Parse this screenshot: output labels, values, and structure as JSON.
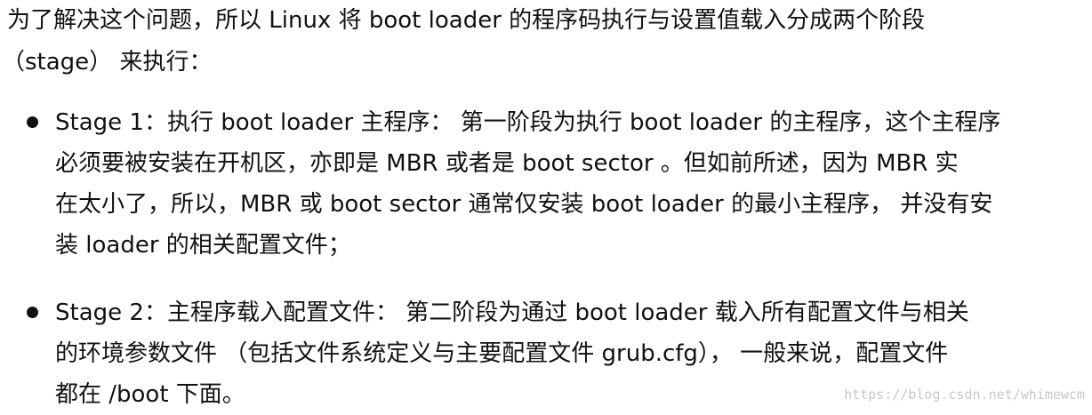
{
  "intro": {
    "line1": "为了解决这个问题，所以 Linux 将 boot loader 的程序码执行与设置值载入分成两个阶段",
    "line2": "（stage） 来执行："
  },
  "stages": [
    {
      "lines": [
        "Stage 1：执行 boot loader 主程序： 第一阶段为执行 boot loader 的主程序，这个主程序",
        "必须要被安装在开机区，亦即是 MBR 或者是 boot sector 。但如前所述，因为 MBR 实",
        "在太小了，所以，MBR 或 boot sector 通常仅安装 boot loader 的最小主程序， 并没有安",
        "装 loader 的相关配置文件；"
      ]
    },
    {
      "lines": [
        "Stage 2：主程序载入配置文件： 第二阶段为通过 boot loader 载入所有配置文件与相关",
        "的环境参数文件 （包括文件系统定义与主要配置文件 grub.cfg）， 一般来说，配置文件",
        "都在 /boot 下面。"
      ]
    }
  ],
  "watermark": "https://blog.csdn.net/whimewcm"
}
